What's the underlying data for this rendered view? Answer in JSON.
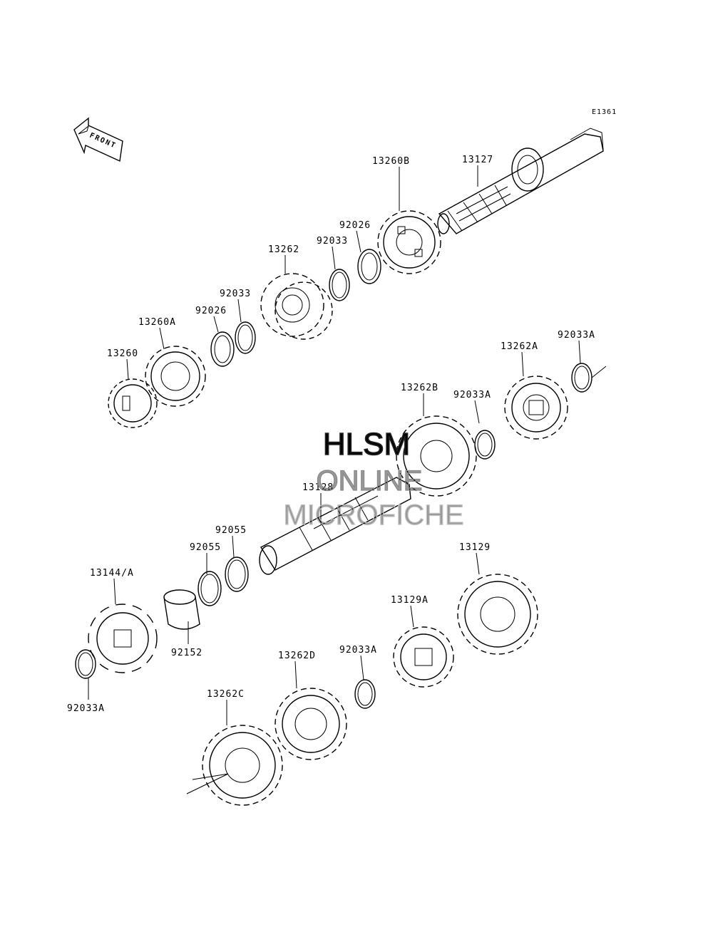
{
  "diagram": {
    "code": "E1361",
    "front_label": "FRONT",
    "watermark": [
      "HLSM",
      "ONLINE",
      "MICROFICHE"
    ],
    "parts": [
      {
        "id": "p13127",
        "label": "13127"
      },
      {
        "id": "p13260B",
        "label": "13260B"
      },
      {
        "id": "p92026a",
        "label": "92026"
      },
      {
        "id": "p92033a",
        "label": "92033"
      },
      {
        "id": "p13262",
        "label": "13262"
      },
      {
        "id": "p92033b",
        "label": "92033"
      },
      {
        "id": "p92026b",
        "label": "92026"
      },
      {
        "id": "p13260A",
        "label": "13260A"
      },
      {
        "id": "p13260",
        "label": "13260"
      },
      {
        "id": "p13262A",
        "label": "13262A"
      },
      {
        "id": "p92033A1",
        "label": "92033A"
      },
      {
        "id": "p13262B",
        "label": "13262B"
      },
      {
        "id": "p92033A2",
        "label": "92033A"
      },
      {
        "id": "p13128",
        "label": "13128"
      },
      {
        "id": "p92055a",
        "label": "92055"
      },
      {
        "id": "p92055b",
        "label": "92055"
      },
      {
        "id": "p13144",
        "label": "13144/A"
      },
      {
        "id": "p92152",
        "label": "92152"
      },
      {
        "id": "p92033A3",
        "label": "92033A"
      },
      {
        "id": "p13129",
        "label": "13129"
      },
      {
        "id": "p13129A",
        "label": "13129A"
      },
      {
        "id": "p92033A4",
        "label": "92033A"
      },
      {
        "id": "p13262D",
        "label": "13262D"
      },
      {
        "id": "p13262C",
        "label": "13262C"
      }
    ]
  }
}
